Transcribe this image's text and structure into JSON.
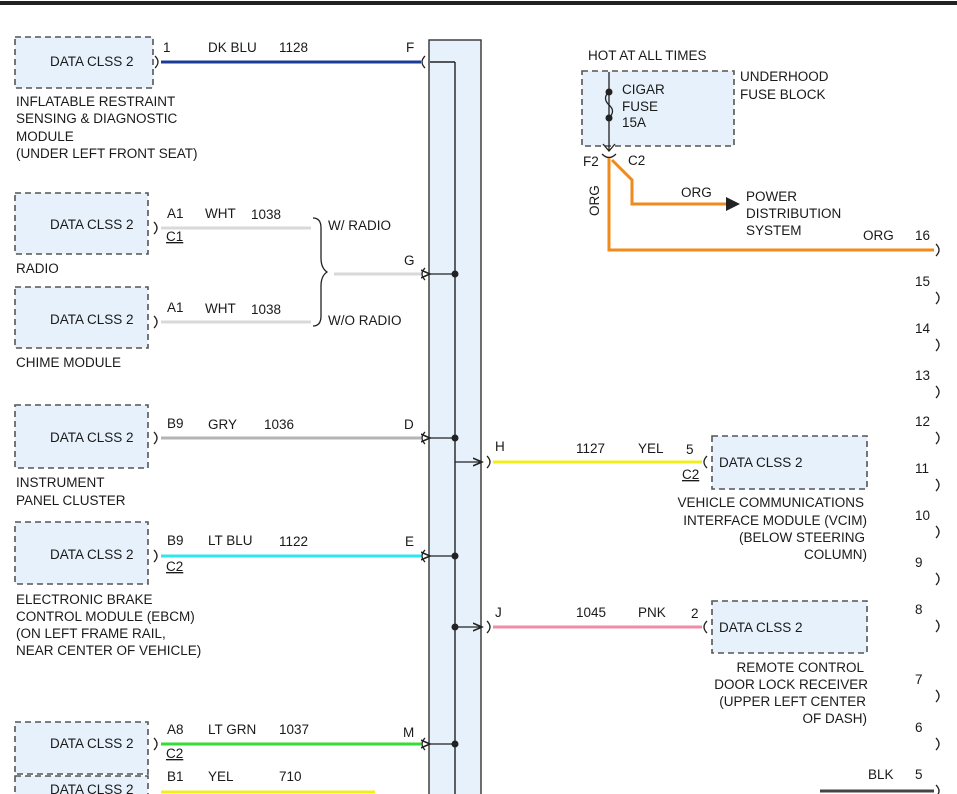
{
  "modules": {
    "sdm": {
      "box": "DATA CLSS 2",
      "pin": "1",
      "color": "DK BLU",
      "circuit": "1128",
      "splice_pin": "F",
      "name": [
        "INFLATABLE RESTRAINT",
        "SENSING & DIAGNOSTIC",
        "MODULE",
        "(UNDER LEFT FRONT SEAT)"
      ]
    },
    "radio": {
      "box": "DATA CLSS 2",
      "pin": "A1",
      "color": "WHT",
      "circuit": "1038",
      "conn": "C1",
      "name": "RADIO"
    },
    "chime": {
      "box": "DATA CLSS 2",
      "pin": "A1",
      "color": "WHT",
      "circuit": "1038",
      "name": "CHIME MODULE"
    },
    "radio_option": {
      "with": "W/ RADIO",
      "without": "W/O RADIO",
      "splice_pin": "G"
    },
    "ipc": {
      "box": "DATA CLSS 2",
      "pin": "B9",
      "color": "GRY",
      "circuit": "1036",
      "splice_pin": "D",
      "name": [
        "INSTRUMENT",
        "PANEL CLUSTER"
      ]
    },
    "ebcm": {
      "box": "DATA CLSS 2",
      "pin": "B9",
      "color": "LT BLU",
      "circuit": "1122",
      "conn": "C2",
      "splice_pin": "E",
      "name": [
        "ELECTRONIC BRAKE",
        "CONTROL MODULE (EBCM)",
        "(ON LEFT FRAME RAIL,",
        "NEAR CENTER OF VEHICLE)"
      ]
    },
    "m_module": {
      "box": "DATA CLSS 2",
      "pin": "A8",
      "color": "LT GRN",
      "circuit": "1037",
      "conn": "C2",
      "splice_pin": "M"
    },
    "bottom_module": {
      "box": "DATA CLSS 2",
      "pin": "B1",
      "color": "YEL",
      "circuit": "710"
    },
    "vcim": {
      "box": "DATA CLSS 2",
      "pin": "5",
      "color": "YEL",
      "circuit": "1127",
      "conn": "C2",
      "splice_pin": "H",
      "name": [
        "VEHICLE COMMUNICATIONS",
        "INTERFACE MODULE (VCIM)",
        "(BELOW STEERING",
        "COLUMN)"
      ]
    },
    "rcdlr": {
      "box": "DATA CLSS 2",
      "pin": "2",
      "color": "PNK",
      "circuit": "1045",
      "splice_pin": "J",
      "name": [
        "REMOTE CONTROL",
        "DOOR LOCK RECEIVER",
        "(UPPER LEFT CENTER",
        "OF DASH)"
      ]
    }
  },
  "fuse": {
    "hot_label": "HOT AT ALL TIMES",
    "fuse_lines": [
      "CIGAR",
      "FUSE",
      "15A"
    ],
    "block_name": [
      "UNDERHOOD",
      "FUSE BLOCK"
    ],
    "pin": "F2",
    "conn": "C2",
    "wire_color": "ORG",
    "branch_color": "ORG",
    "power_dist": [
      "POWER",
      "DISTRIBUTION",
      "SYSTEM"
    ]
  },
  "dlc": {
    "org_label": "ORG",
    "org_pin": "16",
    "blk_label": "BLK",
    "pins": [
      "15",
      "14",
      "13",
      "12",
      "11",
      "10",
      "9",
      "8",
      "7",
      "6",
      "5"
    ]
  },
  "colors": {
    "dk_blu": "#1a3c96",
    "wht": "#d9d9d9",
    "gry": "#b4b4b4",
    "lt_blu": "#2ee6ee",
    "lt_grn": "#33dd33",
    "yel": "#f2ee1c",
    "pnk": "#f08ca8",
    "org": "#f08a1c",
    "splice_fill": "#e6f1fb"
  }
}
